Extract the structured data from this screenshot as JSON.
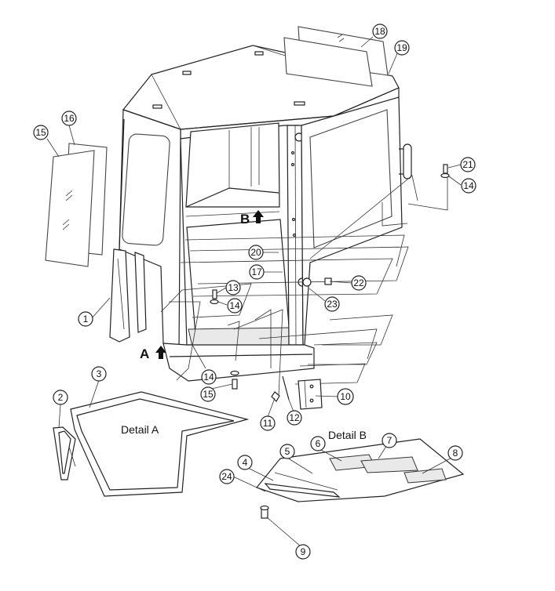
{
  "callouts": [
    "1",
    "2",
    "3",
    "4",
    "5",
    "6",
    "7",
    "8",
    "9",
    "10",
    "11",
    "12",
    "13",
    "14",
    "14",
    "14",
    "15",
    "15",
    "16",
    "17",
    "18",
    "19",
    "20",
    "21",
    "22",
    "23",
    "24"
  ],
  "views": {
    "a": "A",
    "b": "B"
  },
  "details": {
    "a": "Detail A",
    "b": "Detail B"
  }
}
